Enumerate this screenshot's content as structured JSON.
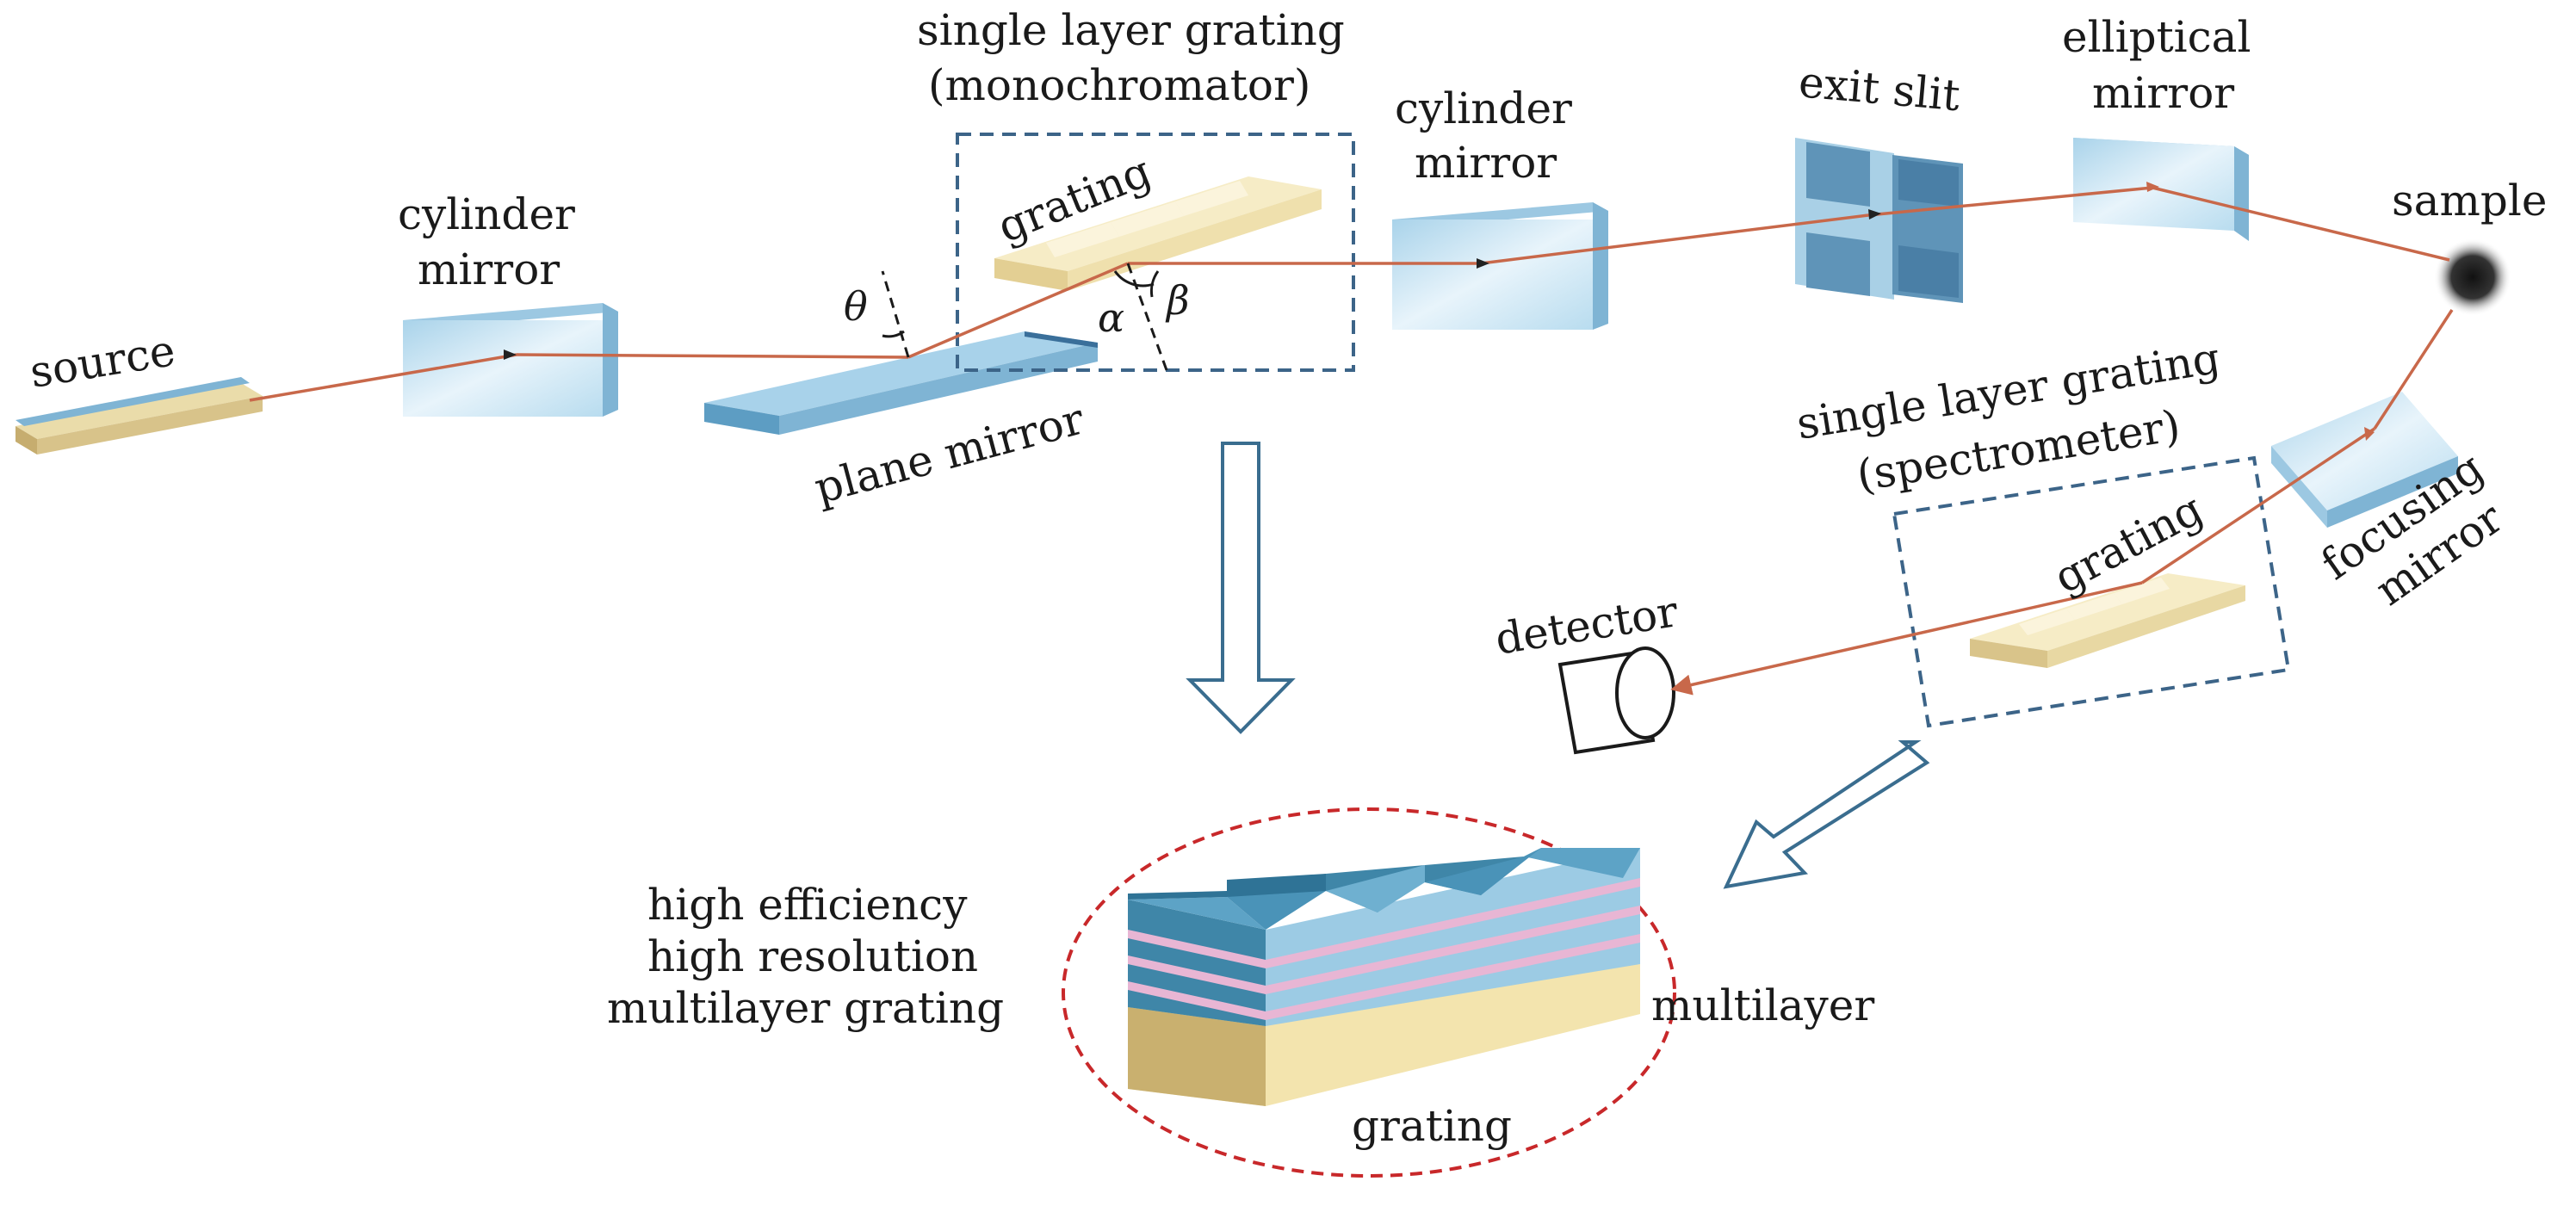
{
  "labels": {
    "source": "source",
    "cylinder_mirror_1_line1": "cylinder",
    "cylinder_mirror_1_line2": "mirror",
    "plane_mirror": "plane mirror",
    "theta": "θ",
    "alpha": "α",
    "beta": "β",
    "mono_title_line1": "single layer grating",
    "mono_title_line2": "(monochromator)",
    "mono_grating": "grating",
    "cylinder_mirror_2_line1": "cylinder",
    "cylinder_mirror_2_line2": "mirror",
    "exit_slit": "exit slit",
    "elliptical_mirror_line1": "elliptical",
    "elliptical_mirror_line2": "mirror",
    "sample": "sample",
    "focusing_mirror_line1": "focusing",
    "focusing_mirror_line2": "mirror",
    "spectro_title_line1": "single layer grating",
    "spectro_title_line2": "(spectrometer)",
    "spectro_grating": "grating",
    "detector": "detector",
    "ml_desc_line1": "high efficiency",
    "ml_desc_line2": "high resolution",
    "ml_desc_line3": "multilayer grating",
    "multilayer": "multilayer",
    "ml_grating": "grating"
  },
  "colors": {
    "beam": "#c8684a",
    "dashed_box": "#3c6488",
    "dashed_ellipse": "#c8282a",
    "mirror_front": "#cfe6f2",
    "mirror_side": "#7fb4d4",
    "grating_light": "#f6ecc6",
    "grating_dark": "#d9c48a",
    "multilayer_dark": "#3f86a8",
    "multilayer_light": "#9ccbe4",
    "multilayer_pink": "#e8b6d4",
    "arrow_outline": "#3a6d8f"
  }
}
